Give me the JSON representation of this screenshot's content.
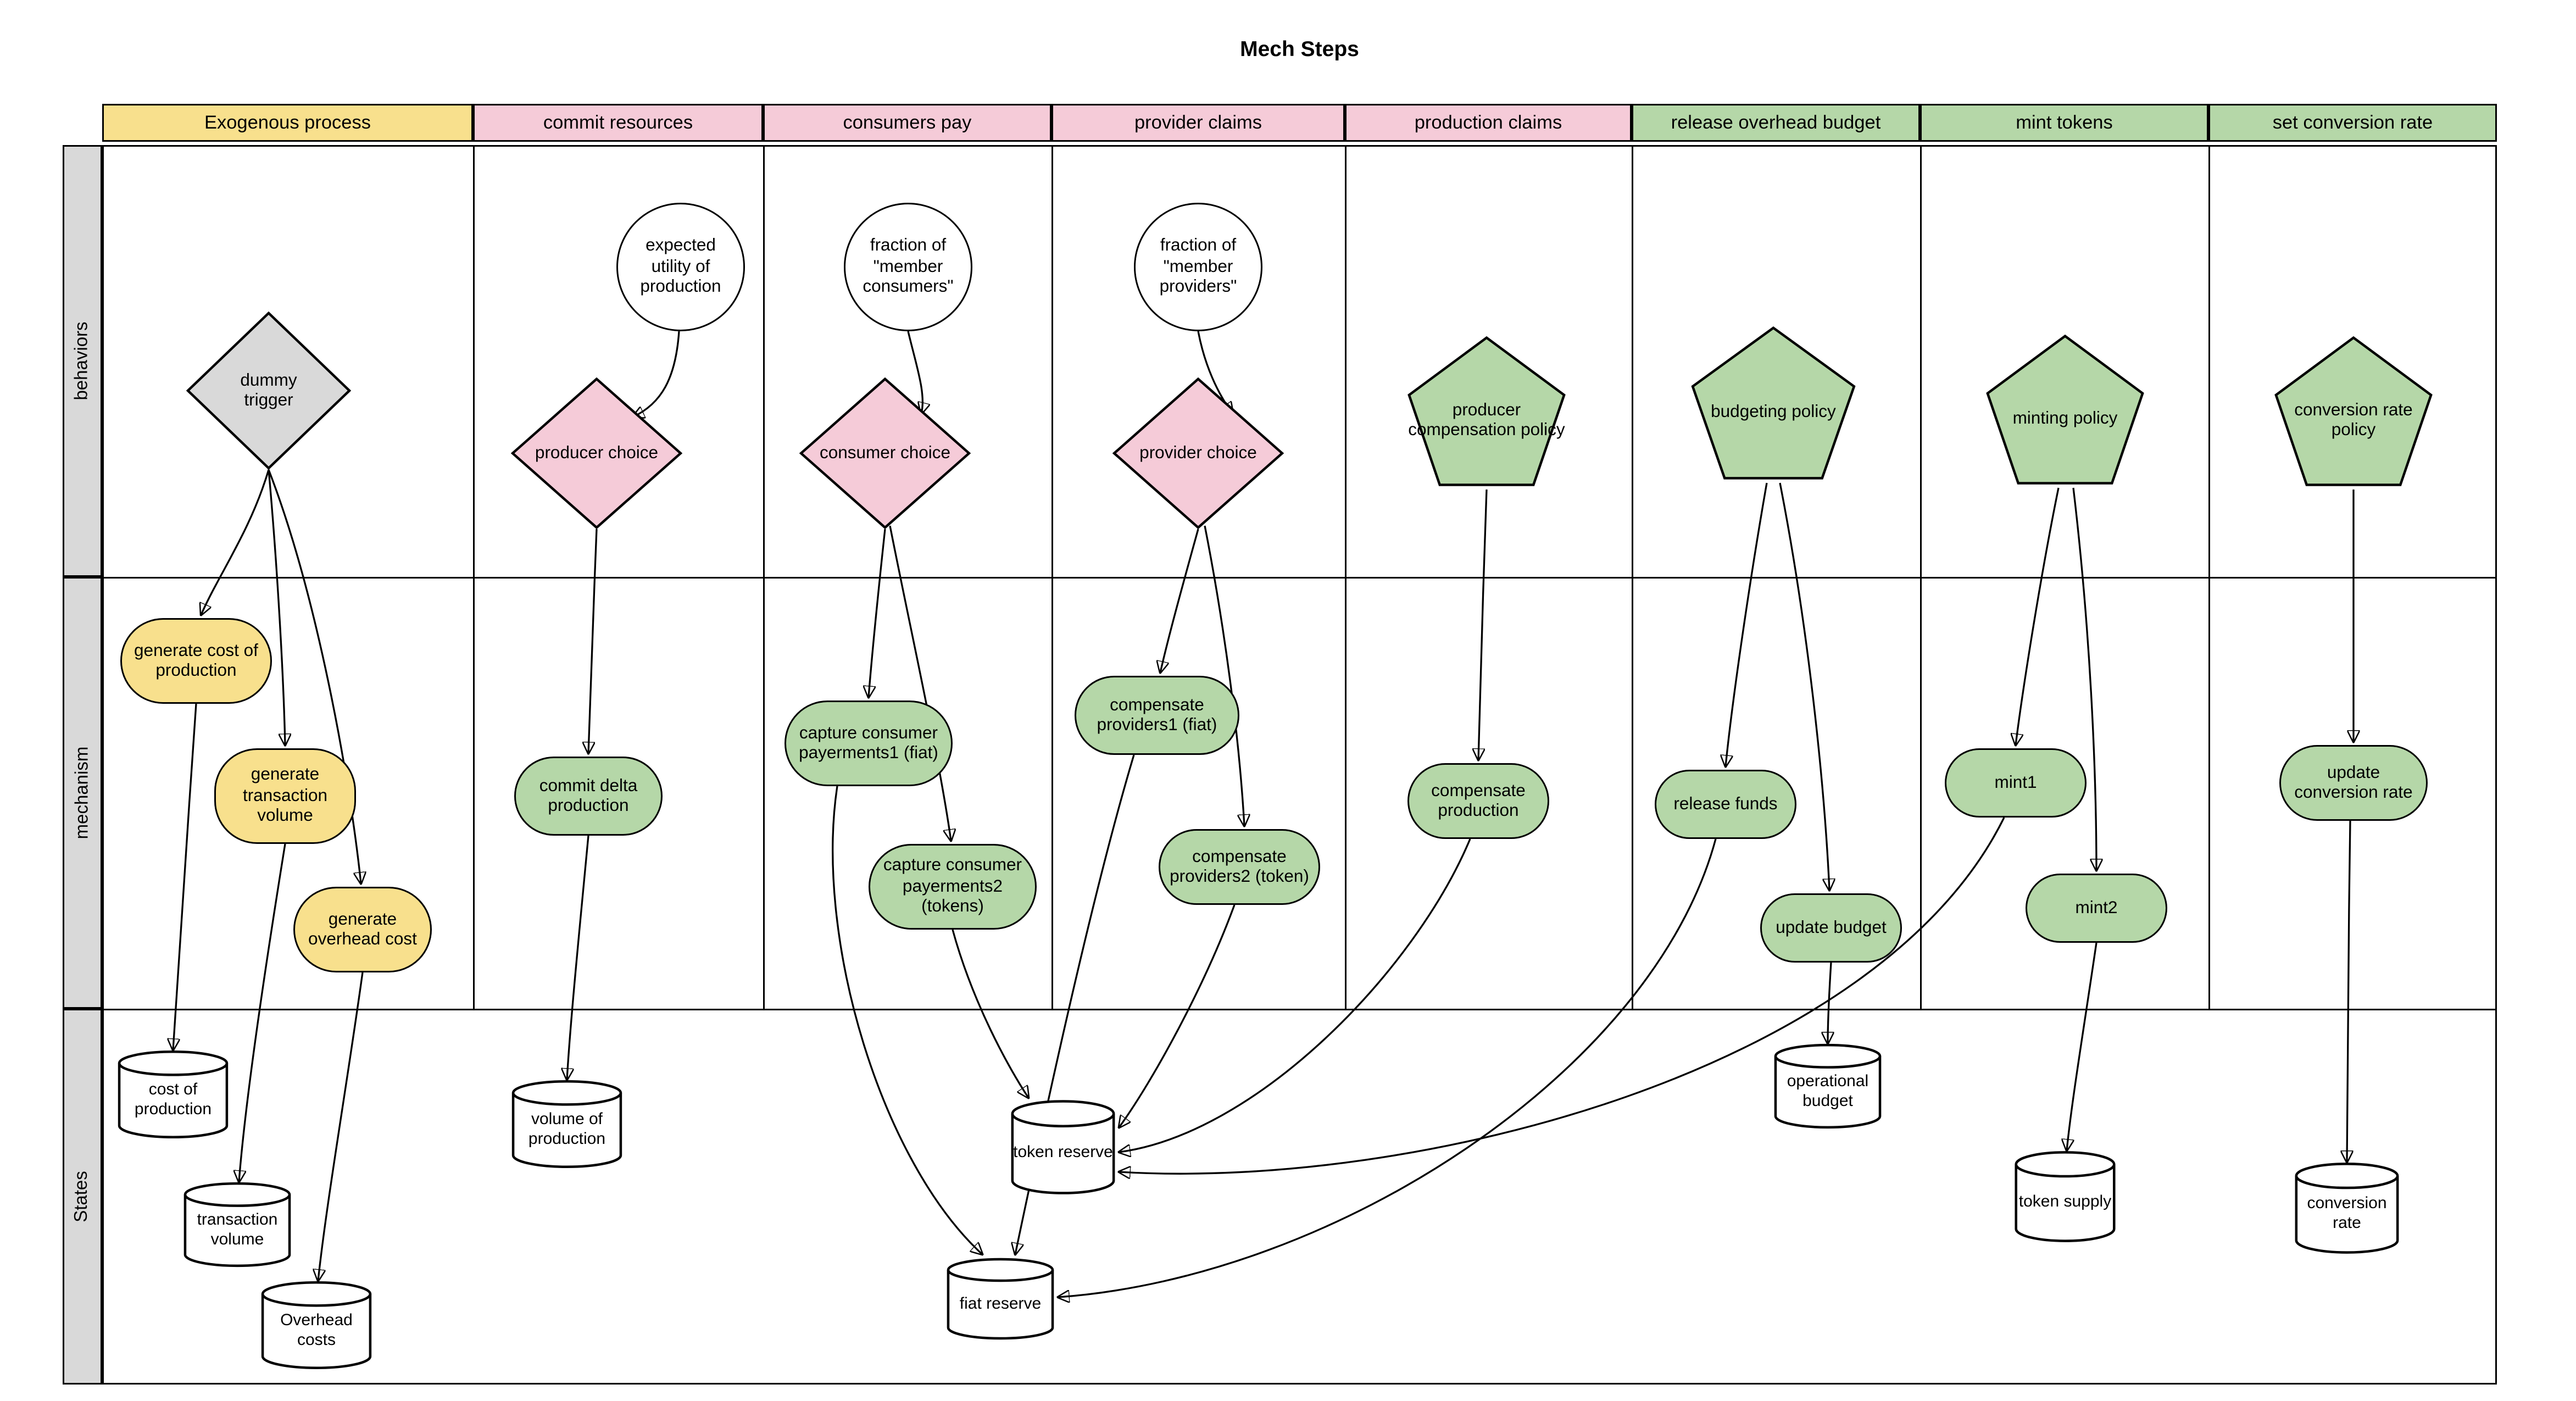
{
  "title": "Mech Steps",
  "palette": {
    "header_yellow": "#f8e08d",
    "header_pink": "#f5cbd8",
    "header_green": "#b5d7a8",
    "node_green": "#b5d7a8",
    "node_yellow": "#f8e08d",
    "node_pink": "#f5cbd8",
    "node_gray": "#d9d9d9",
    "node_white": "#ffffff",
    "row_bar_gray": "#d9d9d9",
    "line_black": "#000000"
  },
  "rows": [
    {
      "label": "behaviors"
    },
    {
      "label": "mechanism"
    },
    {
      "label": "States"
    }
  ],
  "columns": [
    {
      "label": "Exogenous process",
      "color": "#f8e08d"
    },
    {
      "label": "commit resources",
      "color": "#f5cbd8"
    },
    {
      "label": "consumers pay",
      "color": "#f5cbd8"
    },
    {
      "label": "provider claims",
      "color": "#f5cbd8"
    },
    {
      "label": "production claims",
      "color": "#f5cbd8"
    },
    {
      "label": "release overhead budget",
      "color": "#b5d7a8"
    },
    {
      "label": "mint tokens",
      "color": "#b5d7a8"
    },
    {
      "label": "set conversion rate",
      "color": "#b5d7a8"
    }
  ],
  "nodes": {
    "dummy_trigger": {
      "label": "dummy trigger",
      "shape": "diamond",
      "row": "behaviors"
    },
    "expected_utility": {
      "label": "expected utility of production",
      "shape": "circle",
      "row": "behaviors"
    },
    "producer_choice": {
      "label": "producer choice",
      "shape": "diamond",
      "row": "behaviors"
    },
    "fraction_member_consumers": {
      "label": "fraction of \"member consumers\"",
      "shape": "circle",
      "row": "behaviors"
    },
    "consumer_choice": {
      "label": "consumer choice",
      "shape": "diamond",
      "row": "behaviors"
    },
    "fraction_member_providers": {
      "label": "fraction of \"member providers\"",
      "shape": "circle",
      "row": "behaviors"
    },
    "provider_choice": {
      "label": "provider choice",
      "shape": "diamond",
      "row": "behaviors"
    },
    "producer_compensation_policy": {
      "label": "producer compensation policy",
      "shape": "pentagon",
      "row": "behaviors"
    },
    "budgeting_policy": {
      "label": "budgeting policy",
      "shape": "pentagon",
      "row": "behaviors"
    },
    "minting_policy": {
      "label": "minting policy",
      "shape": "pentagon",
      "row": "behaviors"
    },
    "conversion_rate_policy": {
      "label": "conversion rate policy",
      "shape": "pentagon",
      "row": "behaviors"
    },
    "generate_cost_of_production": {
      "label": "generate cost of production",
      "shape": "rounded",
      "row": "mechanism"
    },
    "generate_transaction_volume": {
      "label": "generate transaction volume",
      "shape": "rounded",
      "row": "mechanism"
    },
    "generate_overhead_cost": {
      "label": "generate overhead cost",
      "shape": "rounded",
      "row": "mechanism"
    },
    "commit_delta_production": {
      "label": "commit delta production",
      "shape": "rounded",
      "row": "mechanism"
    },
    "capture_consumer_payerments1": {
      "label": "capture consumer payerments1 (fiat)",
      "shape": "rounded",
      "row": "mechanism"
    },
    "capture_consumer_payerments2": {
      "label": "capture consumer payerments2 (tokens)",
      "shape": "rounded",
      "row": "mechanism"
    },
    "compensate_providers1": {
      "label": "compensate providers1 (fiat)",
      "shape": "rounded",
      "row": "mechanism"
    },
    "compensate_providers2": {
      "label": "compensate providers2 (token)",
      "shape": "rounded",
      "row": "mechanism"
    },
    "compensate_production": {
      "label": "compensate production",
      "shape": "rounded",
      "row": "mechanism"
    },
    "release_funds": {
      "label": "release funds",
      "shape": "rounded",
      "row": "mechanism"
    },
    "update_budget": {
      "label": "update budget",
      "shape": "rounded",
      "row": "mechanism"
    },
    "mint1": {
      "label": "mint1",
      "shape": "rounded",
      "row": "mechanism"
    },
    "mint2": {
      "label": "mint2",
      "shape": "rounded",
      "row": "mechanism"
    },
    "update_conversion_rate": {
      "label": "update conversion rate",
      "shape": "rounded",
      "row": "mechanism"
    },
    "cost_of_production": {
      "label": "cost of production",
      "shape": "cylinder",
      "row": "States"
    },
    "transaction_volume": {
      "label": "transaction volume",
      "shape": "cylinder",
      "row": "States"
    },
    "overhead_costs": {
      "label": "Overhead costs",
      "shape": "cylinder",
      "row": "States"
    },
    "volume_of_production": {
      "label": "volume of production",
      "shape": "cylinder",
      "row": "States"
    },
    "token_reserve": {
      "label": "token reserve",
      "shape": "cylinder",
      "row": "States"
    },
    "fiat_reserve": {
      "label": "fiat reserve",
      "shape": "cylinder",
      "row": "States"
    },
    "operational_budget": {
      "label": "operational budget",
      "shape": "cylinder",
      "row": "States"
    },
    "token_supply": {
      "label": "token supply",
      "shape": "cylinder",
      "row": "States"
    },
    "conversion_rate": {
      "label": "conversion rate",
      "shape": "cylinder",
      "row": "States"
    }
  },
  "edges": [
    {
      "from": "dummy_trigger",
      "to": "generate_cost_of_production"
    },
    {
      "from": "dummy_trigger",
      "to": "generate_transaction_volume"
    },
    {
      "from": "dummy_trigger",
      "to": "generate_overhead_cost"
    },
    {
      "from": "generate_cost_of_production",
      "to": "cost_of_production"
    },
    {
      "from": "generate_transaction_volume",
      "to": "transaction_volume"
    },
    {
      "from": "generate_overhead_cost",
      "to": "overhead_costs"
    },
    {
      "from": "expected_utility",
      "to": "producer_choice"
    },
    {
      "from": "producer_choice",
      "to": "commit_delta_production"
    },
    {
      "from": "commit_delta_production",
      "to": "volume_of_production"
    },
    {
      "from": "fraction_member_consumers",
      "to": "consumer_choice"
    },
    {
      "from": "consumer_choice",
      "to": "capture_consumer_payerments1"
    },
    {
      "from": "consumer_choice",
      "to": "capture_consumer_payerments2"
    },
    {
      "from": "capture_consumer_payerments1",
      "to": "fiat_reserve"
    },
    {
      "from": "capture_consumer_payerments2",
      "to": "token_reserve"
    },
    {
      "from": "fraction_member_providers",
      "to": "provider_choice"
    },
    {
      "from": "provider_choice",
      "to": "compensate_providers1"
    },
    {
      "from": "provider_choice",
      "to": "compensate_providers2"
    },
    {
      "from": "compensate_providers1",
      "to": "fiat_reserve"
    },
    {
      "from": "compensate_providers2",
      "to": "token_reserve"
    },
    {
      "from": "producer_compensation_policy",
      "to": "compensate_production"
    },
    {
      "from": "compensate_production",
      "to": "token_reserve"
    },
    {
      "from": "budgeting_policy",
      "to": "release_funds"
    },
    {
      "from": "budgeting_policy",
      "to": "update_budget"
    },
    {
      "from": "release_funds",
      "to": "fiat_reserve"
    },
    {
      "from": "update_budget",
      "to": "operational_budget"
    },
    {
      "from": "minting_policy",
      "to": "mint1"
    },
    {
      "from": "minting_policy",
      "to": "mint2"
    },
    {
      "from": "mint1",
      "to": "token_reserve"
    },
    {
      "from": "mint2",
      "to": "token_supply"
    },
    {
      "from": "conversion_rate_policy",
      "to": "update_conversion_rate"
    },
    {
      "from": "update_conversion_rate",
      "to": "conversion_rate"
    }
  ]
}
